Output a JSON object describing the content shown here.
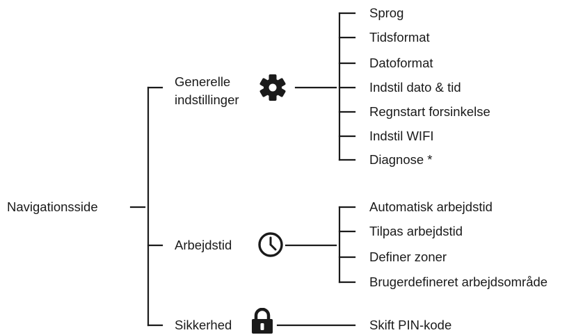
{
  "root": {
    "label": "Navigationsside"
  },
  "sections": [
    {
      "label_line1": "Generelle",
      "label_line2": "indstillinger",
      "icon": "gear-icon",
      "items": [
        "Sprog",
        "Tidsformat",
        "Datoformat",
        "Indstil dato & tid",
        "Regnstart forsinkelse",
        "Indstil WIFI",
        "Diagnose *"
      ]
    },
    {
      "label": "Arbejdstid",
      "icon": "clock-icon",
      "items": [
        "Automatisk arbejdstid",
        "Tilpas arbejdstid",
        "Definer zoner",
        "Brugerdefineret arbejdsområde"
      ]
    },
    {
      "label": "Sikkerhed",
      "icon": "lock-icon",
      "items": [
        "Skift PIN-kode"
      ]
    }
  ],
  "colors": {
    "line": "#1a1a1a",
    "text": "#1a1a1a"
  }
}
